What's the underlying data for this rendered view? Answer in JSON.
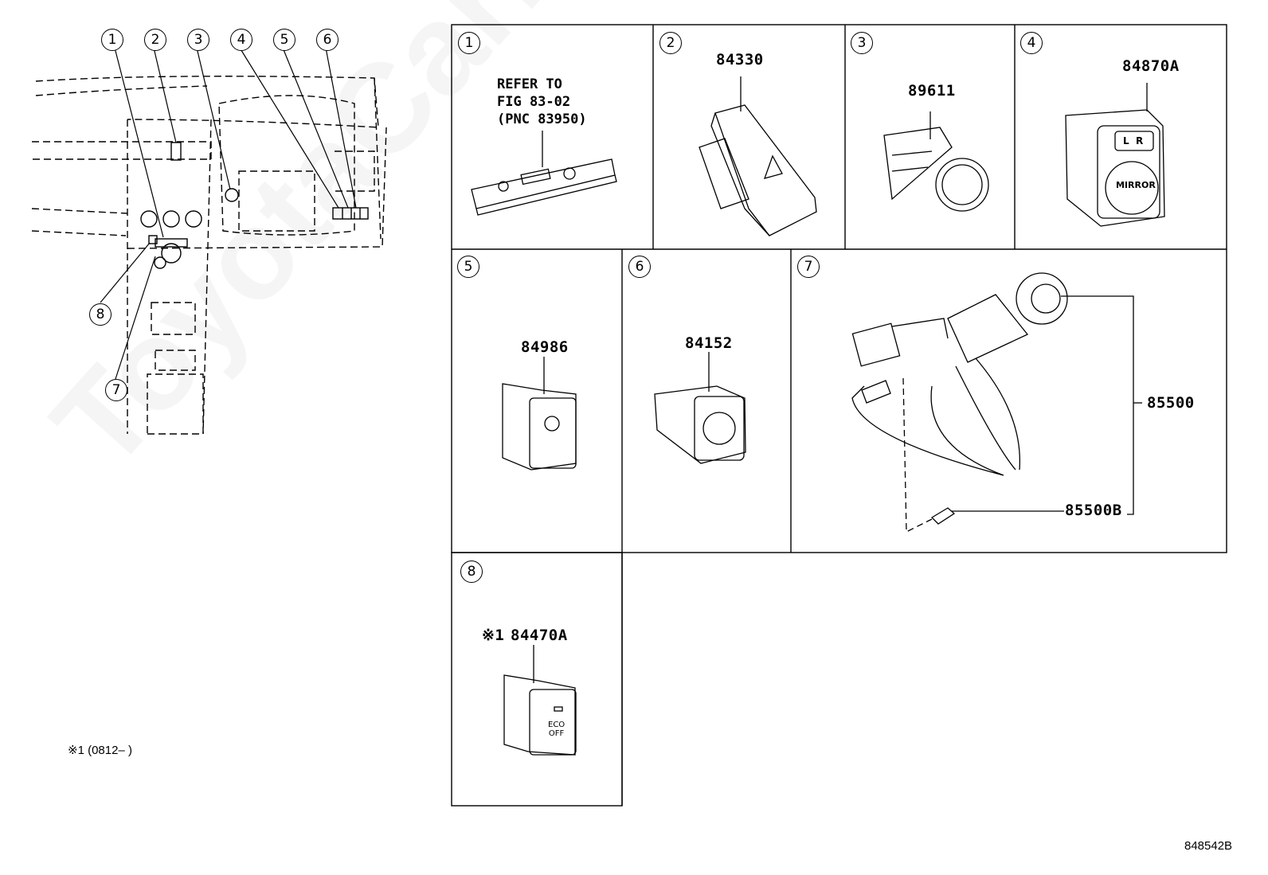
{
  "callouts": [
    "1",
    "2",
    "3",
    "4",
    "5",
    "6",
    "7",
    "8"
  ],
  "panels": {
    "p1": {
      "num": "1",
      "note_lines": [
        "REFER TO",
        "FIG 83-02",
        "(PNC 83950)"
      ]
    },
    "p2": {
      "num": "2",
      "part": "84330"
    },
    "p3": {
      "num": "3",
      "part": "89611"
    },
    "p4": {
      "num": "4",
      "part": "84870A",
      "mirror_text": "MIRROR",
      "lr_text": "L  R"
    },
    "p5": {
      "num": "5",
      "part": "84986"
    },
    "p6": {
      "num": "6",
      "part": "84152"
    },
    "p7": {
      "num": "7",
      "part_main": "85500",
      "part_bulb": "85500B"
    },
    "p8": {
      "num": "8",
      "prefix": "※1",
      "part": "84470A",
      "eco_text": "ECO\nOFF"
    }
  },
  "footnote": "※1 (0812–    )",
  "diagram_code": "848542B",
  "watermark": "ToyotaCarMine.ru"
}
